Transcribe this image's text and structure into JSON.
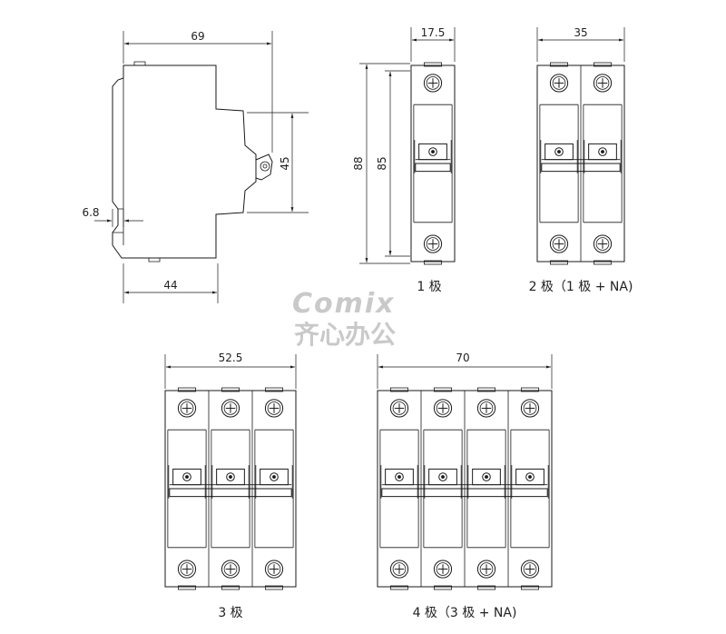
{
  "side_view": {
    "dim_width": "69",
    "dim_height": "45",
    "dim_rail": "6.8",
    "dim_depth": "44"
  },
  "pole_1": {
    "dim_width": "17.5",
    "dim_height_outer": "88",
    "dim_height_inner": "85",
    "caption": "1 极"
  },
  "pole_2": {
    "dim_width": "35",
    "caption": "2 极（1 极 + NA)"
  },
  "pole_3": {
    "dim_width": "52.5",
    "caption": "3 极"
  },
  "pole_4": {
    "dim_width": "70",
    "caption": "4 极（3 极 + NA)"
  },
  "watermark": {
    "brand": "Comix",
    "brand_cn": "齐心办公"
  }
}
